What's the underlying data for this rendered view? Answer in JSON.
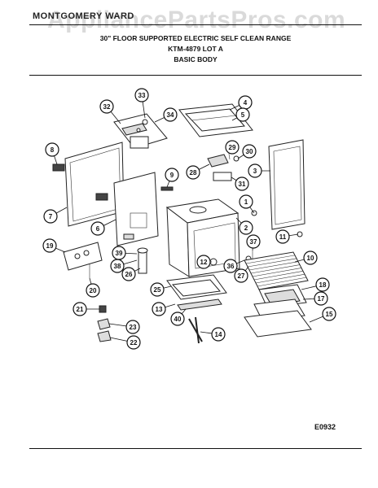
{
  "header": {
    "brand": "MONTGOMERY WARD",
    "watermark": "AppliancePartsPros.com",
    "title_line1": "30\" FLOOR SUPPORTED ELECTRIC SELF CLEAN RANGE",
    "title_line2": "KTM-4879 LOT A",
    "title_line3": "BASIC BODY"
  },
  "footer": {
    "drawing_id": "E0932"
  },
  "callouts": [
    "1",
    "2",
    "3",
    "4",
    "5",
    "6",
    "7",
    "8",
    "9",
    "10",
    "11",
    "12",
    "13",
    "14",
    "15",
    "17",
    "18",
    "19",
    "20",
    "21",
    "22",
    "23",
    "25",
    "26",
    "27",
    "28",
    "29",
    "30",
    "31",
    "32",
    "33",
    "34",
    "36",
    "37",
    "38",
    "39",
    "40"
  ]
}
